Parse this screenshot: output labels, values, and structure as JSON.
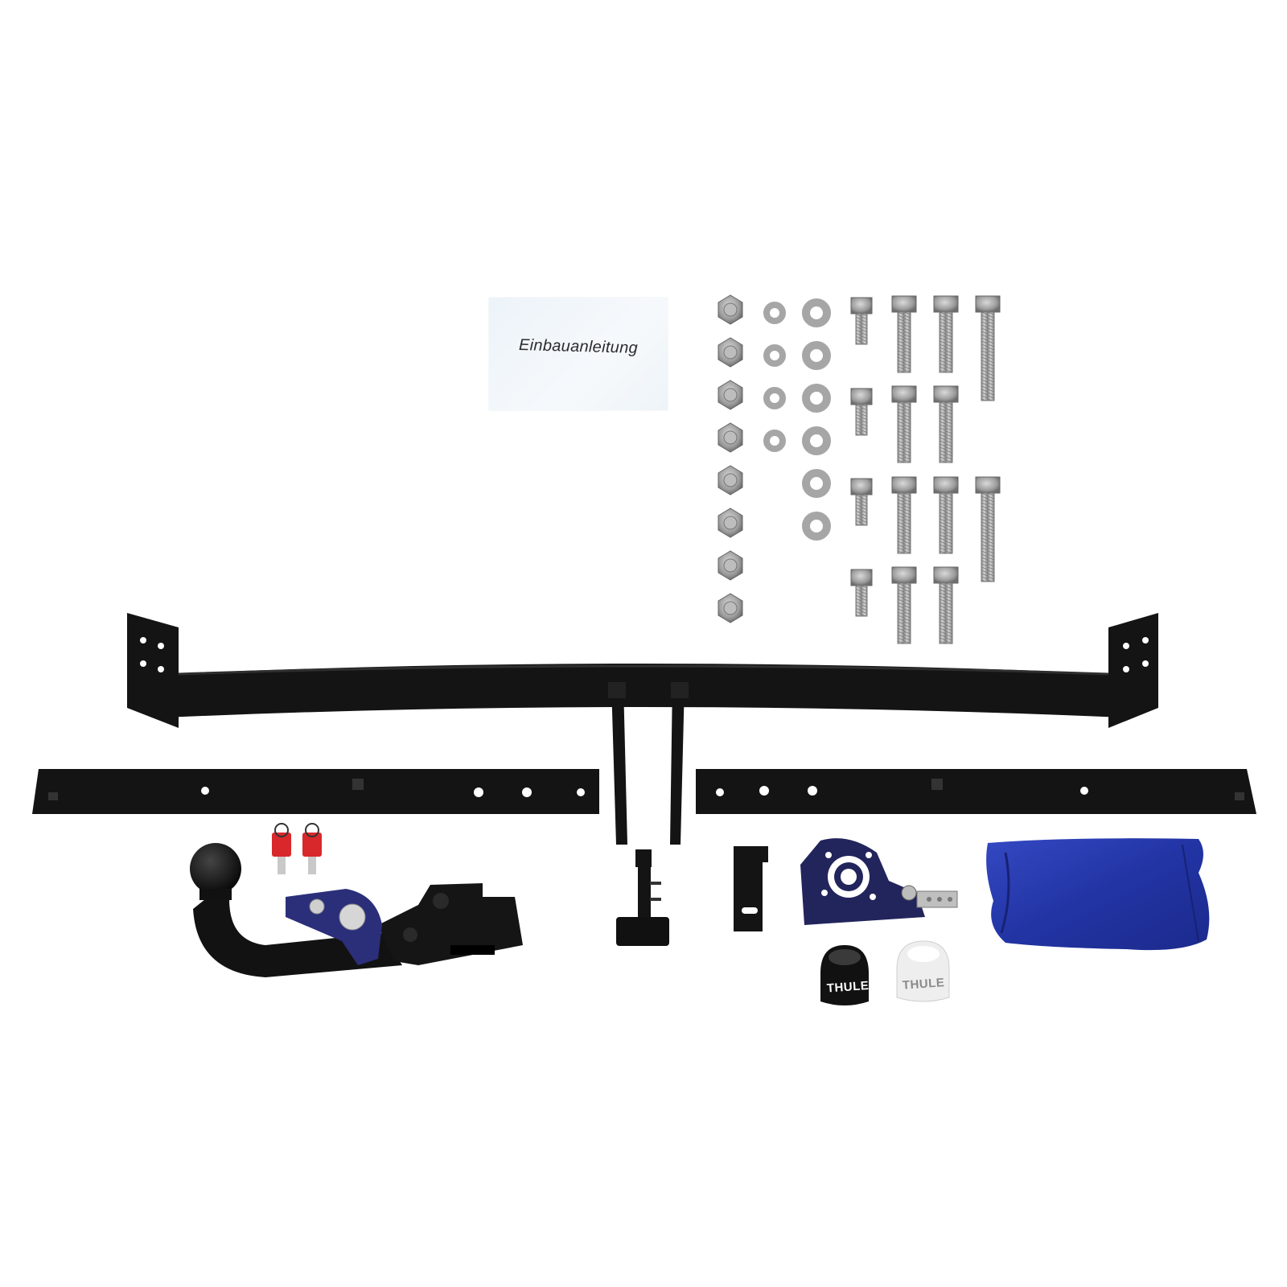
{
  "manual": {
    "title": "Einbauanleitung"
  },
  "cap_black": {
    "brand": "THULE"
  },
  "cap_white": {
    "brand": "THULE"
  },
  "colors": {
    "background": "#ffffff",
    "steel_black": "#141414",
    "hardware_grey": "#9a9a9a",
    "key_red": "#d8282c",
    "lock_blue": "#2b2f7a",
    "bag_blue": "#2437a8"
  }
}
